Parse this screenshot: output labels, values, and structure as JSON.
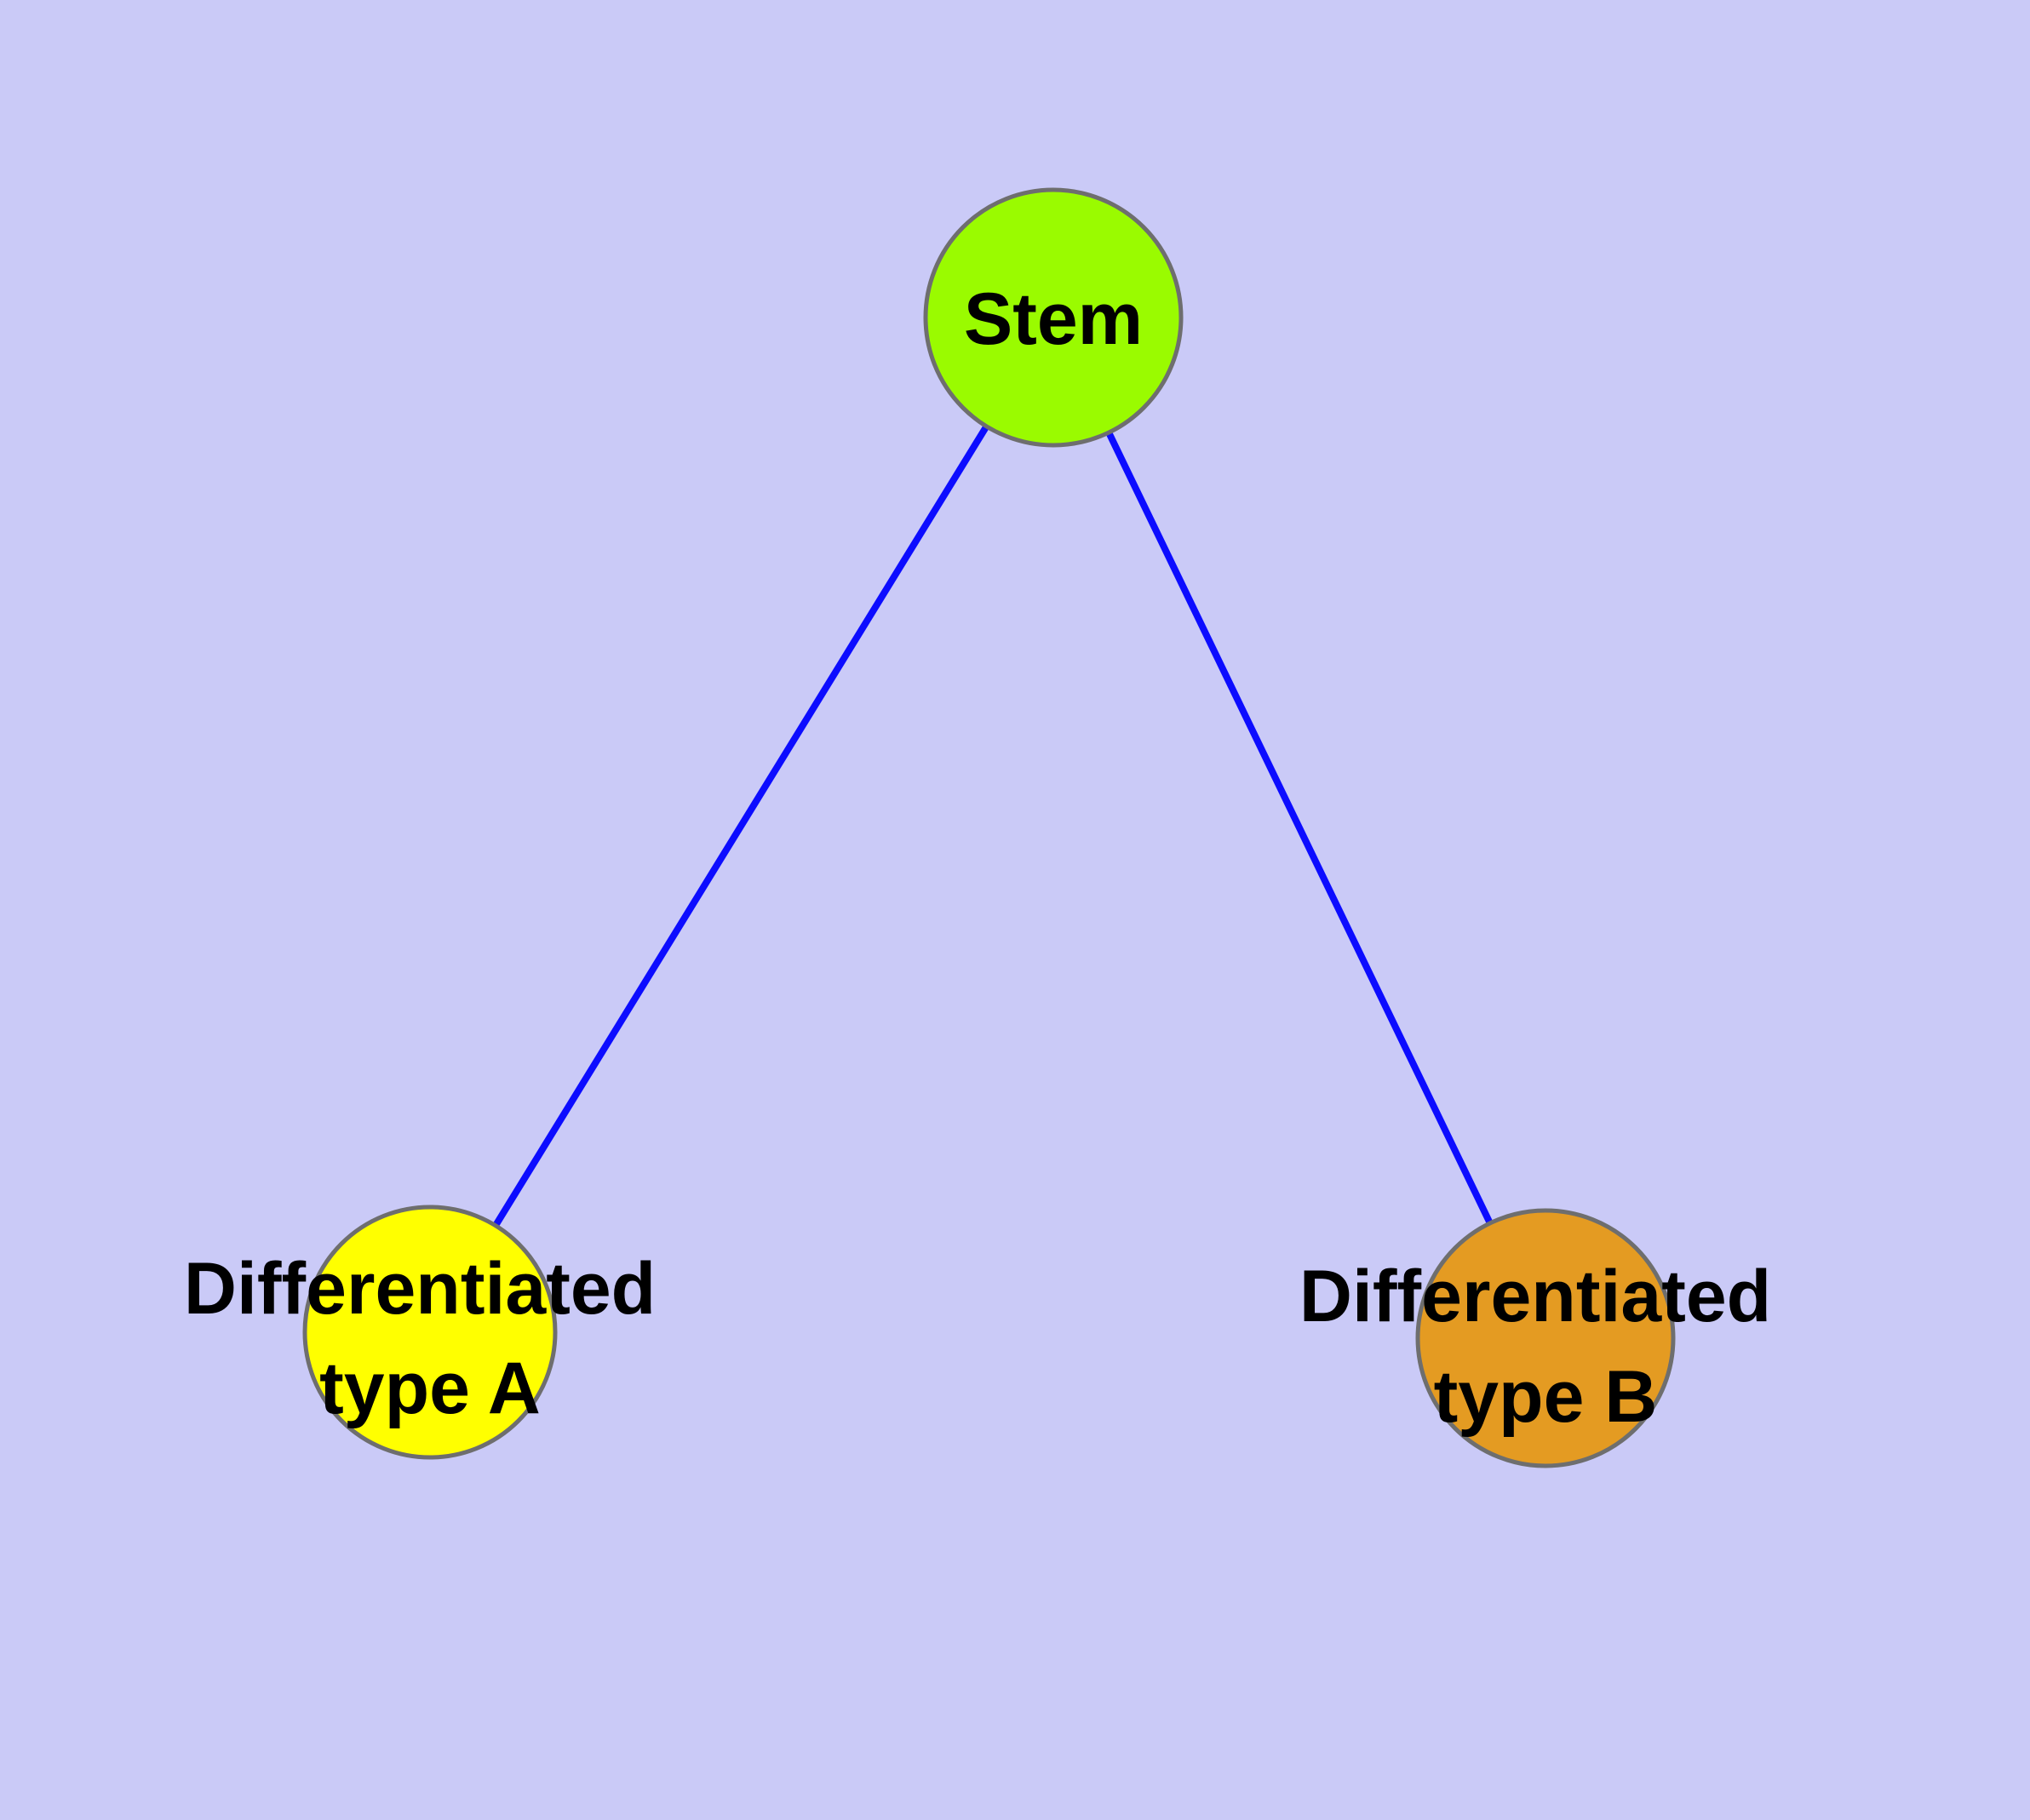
{
  "diagram": {
    "type": "graph",
    "description": "Stem cell differentiation graph: one stem node with edges to two differentiated cell type nodes",
    "background_color": "#CACAF7",
    "edge_color": "#0C0CFF",
    "node_border_color": "#6E6E6E",
    "text_color": "#000000",
    "nodes": [
      {
        "id": "stem",
        "label": "Stem",
        "fill": "#9AFB00"
      },
      {
        "id": "type-a",
        "line1": "Differentiated",
        "line2": "type A",
        "fill": "#FFFF00"
      },
      {
        "id": "type-b",
        "line1": "Differentiated",
        "line2": "type B",
        "fill": "#E49B22"
      }
    ],
    "edges": [
      {
        "from": "Stem",
        "to": "Differentiated type A"
      },
      {
        "from": "Stem",
        "to": "Differentiated type B"
      }
    ]
  }
}
